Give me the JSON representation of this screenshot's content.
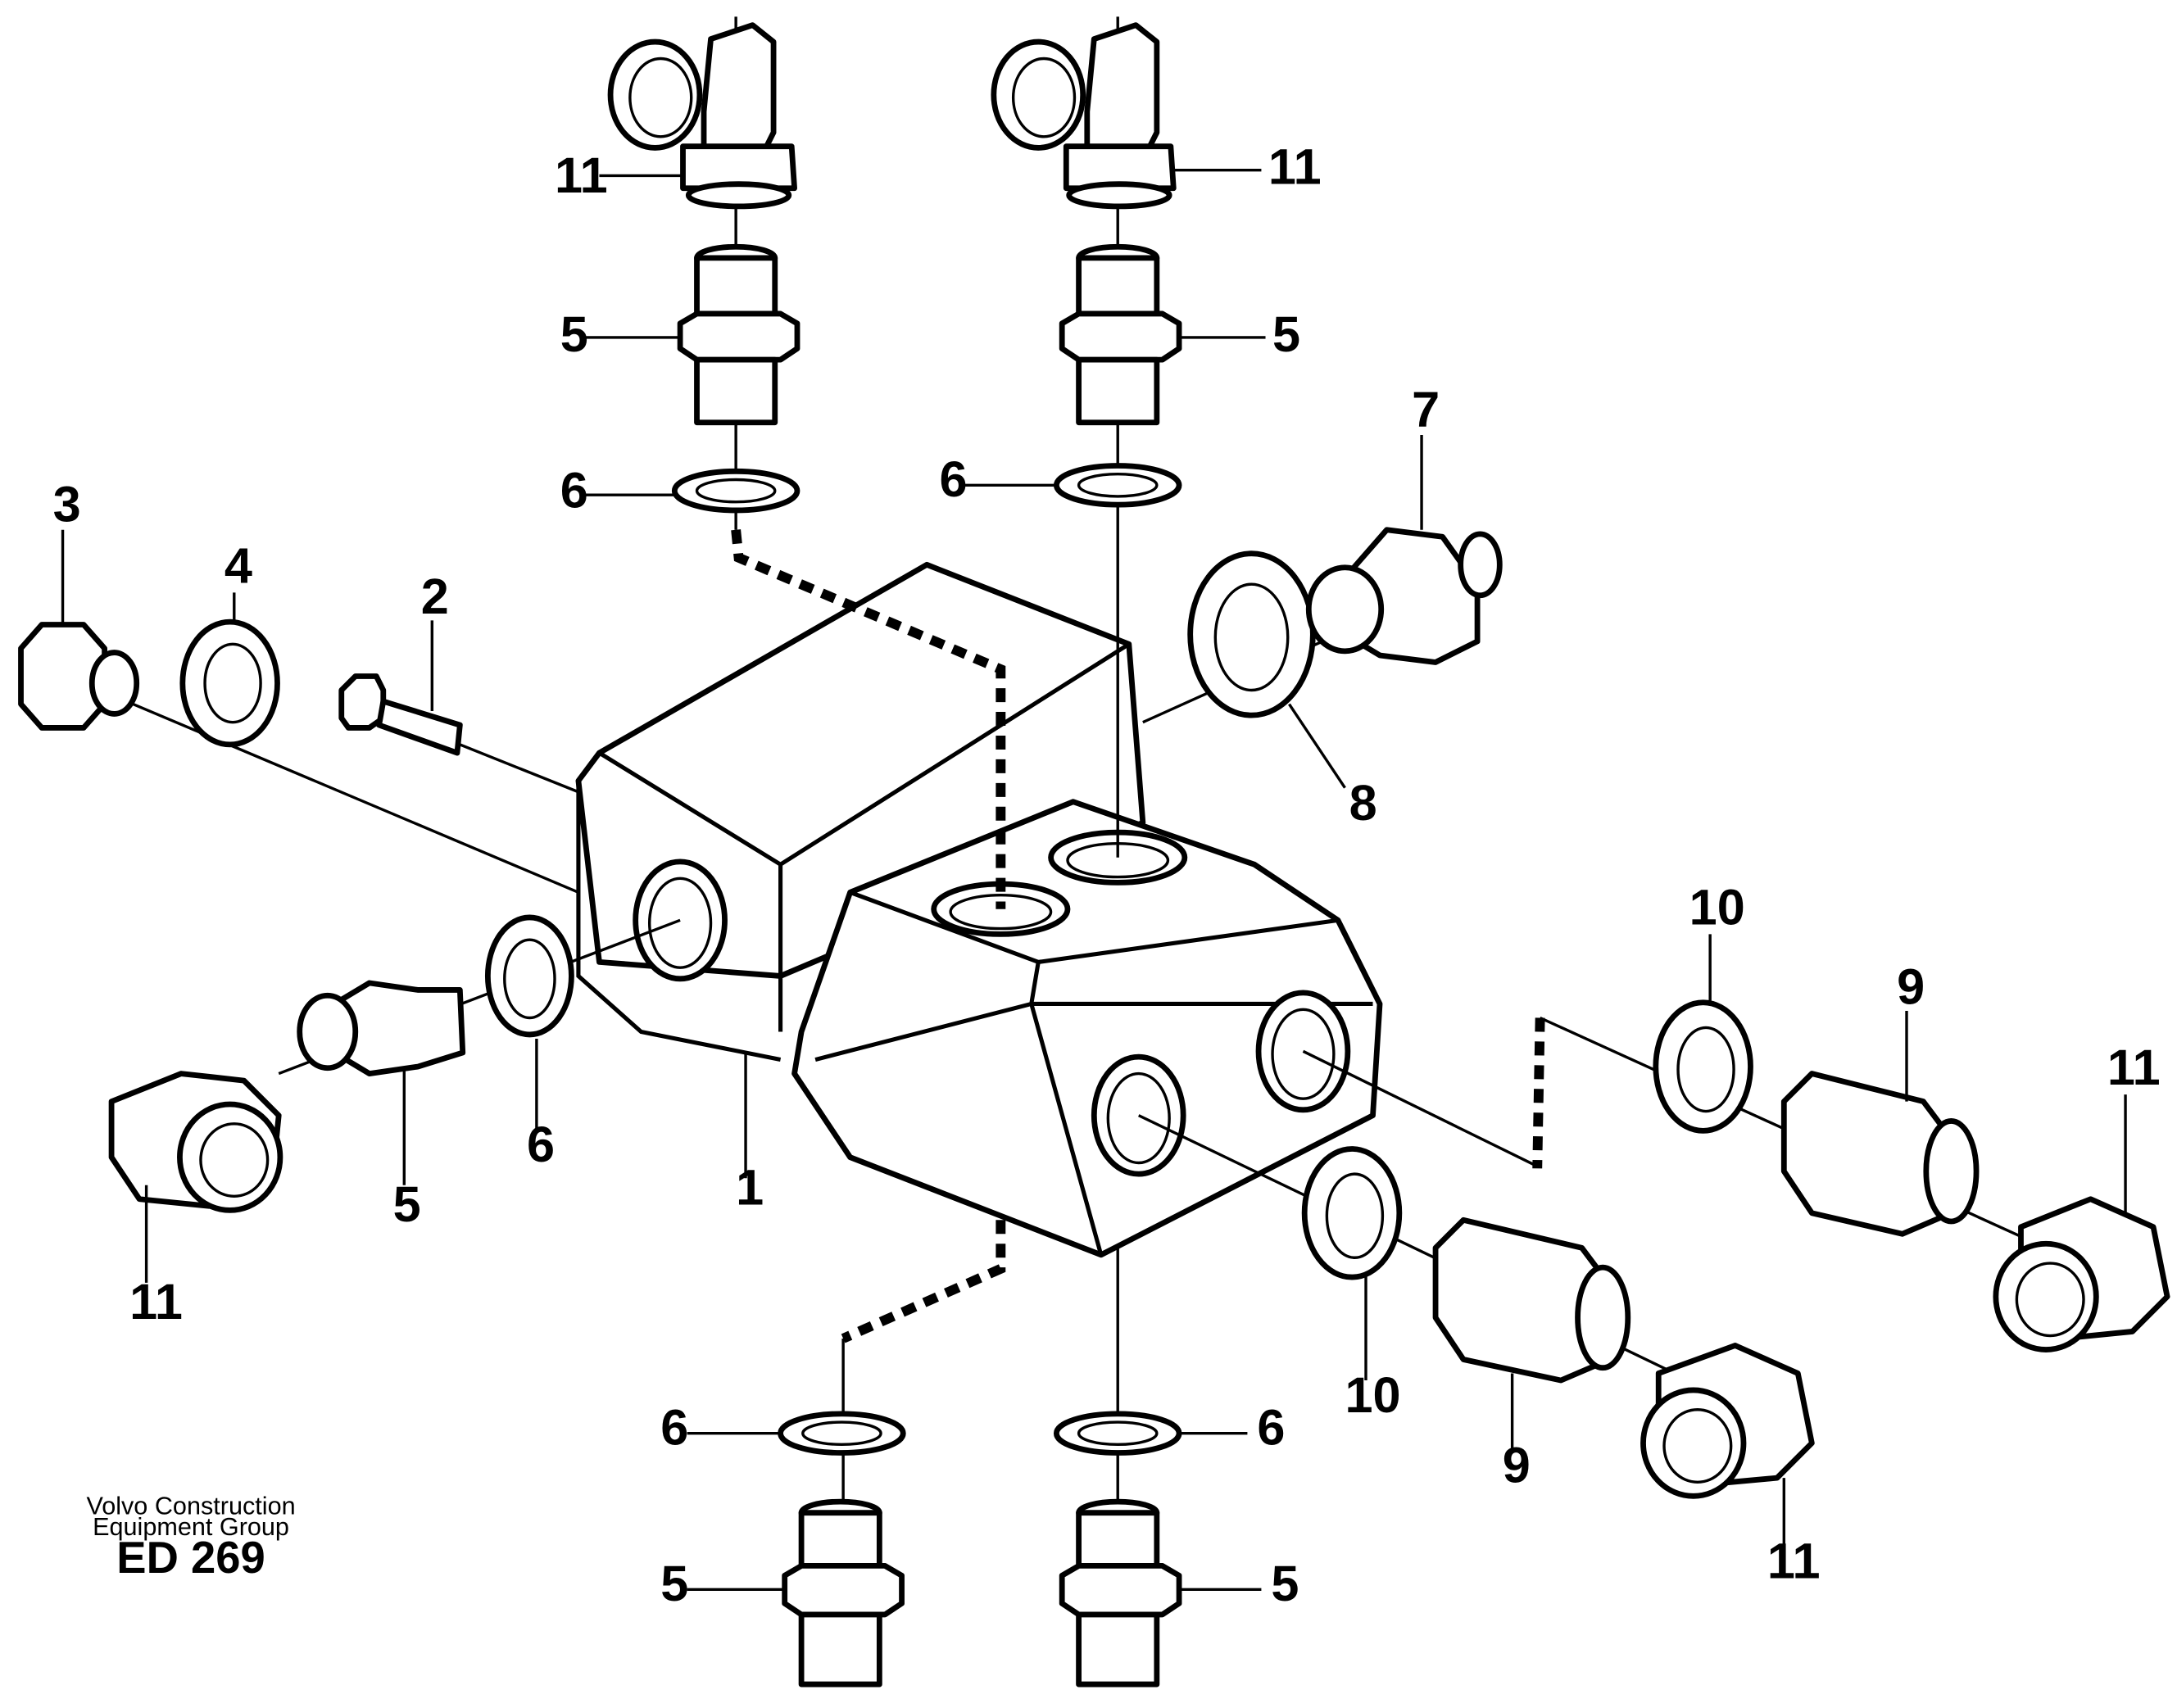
{
  "callouts": {
    "c1": "1",
    "c2": "2",
    "c3": "3",
    "c4": "4",
    "c5a": "5",
    "c5b": "5",
    "c5c": "5",
    "c5d": "5",
    "c5e": "5",
    "c6a": "6",
    "c6b": "6",
    "c6c": "6",
    "c6d": "6",
    "c6e": "6",
    "c7": "7",
    "c8": "8",
    "c9a": "9",
    "c9b": "9",
    "c10a": "10",
    "c10b": "10",
    "c11a": "11",
    "c11b": "11",
    "c11c": "11",
    "c11d": "11",
    "c11e": "11"
  },
  "footer": {
    "company_line1": "Volvo Construction",
    "company_line2": "Equipment Group",
    "drawing_code": "ED 269"
  }
}
